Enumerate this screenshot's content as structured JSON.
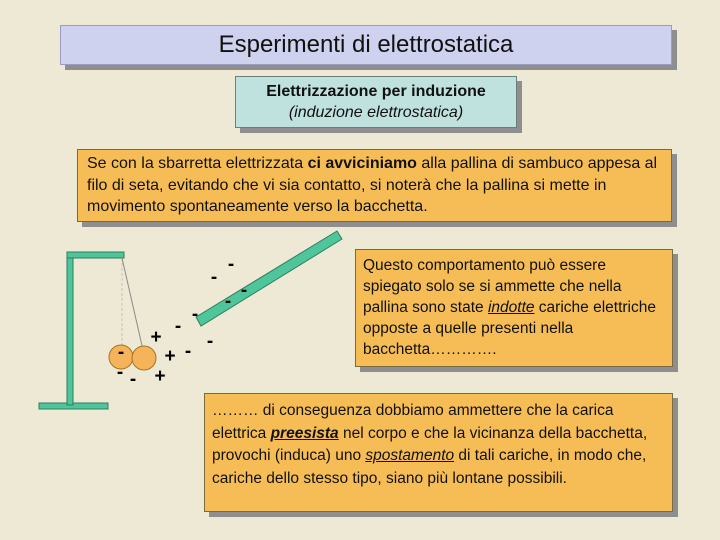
{
  "title": "Esperimenti di elettrostatica",
  "subtitle": {
    "line1": "Elettrizzazione per induzione",
    "line2": "(induzione elettrostatica)"
  },
  "intro": {
    "part1": "Se con la sbarretta elettrizzata ",
    "emphasis": "ci avviciniamo",
    "part2": " alla pallina di sambuco appesa al filo di seta, evitando che vi sia contatto,  si noterà che la pallina si mette in movimento spontaneamente verso la bacchetta."
  },
  "explanation": {
    "part1": "Questo comportamento può essere spiegato solo se si ammette che nella pallina sono state ",
    "emphasis": "indotte",
    "part2": " cariche elettriche opposte a quelle presenti nella bacchetta…………."
  },
  "conclusion": {
    "part1": "……… di conseguenza dobbiamo ammettere che la carica elettrica ",
    "emphasis1": "preesista",
    "part2": " nel corpo e che la vicinanza della bacchetta, provochi (induca) uno ",
    "emphasis2": "spostamento",
    "part3": " di tali cariche, in modo che, cariche dello stesso tipo, siano più lontane possibili."
  },
  "diagram": {
    "rod_charges": [
      "-",
      "-",
      "-",
      "-",
      "-",
      "-",
      "-",
      "-",
      "-"
    ],
    "ball_charges": [
      "+",
      "+",
      "+",
      "-",
      "-"
    ],
    "colors": {
      "rod": "#4ec59a",
      "stand": "#4ec59a",
      "ball": "#f5b35a",
      "thread": "#b8b8b8"
    }
  }
}
